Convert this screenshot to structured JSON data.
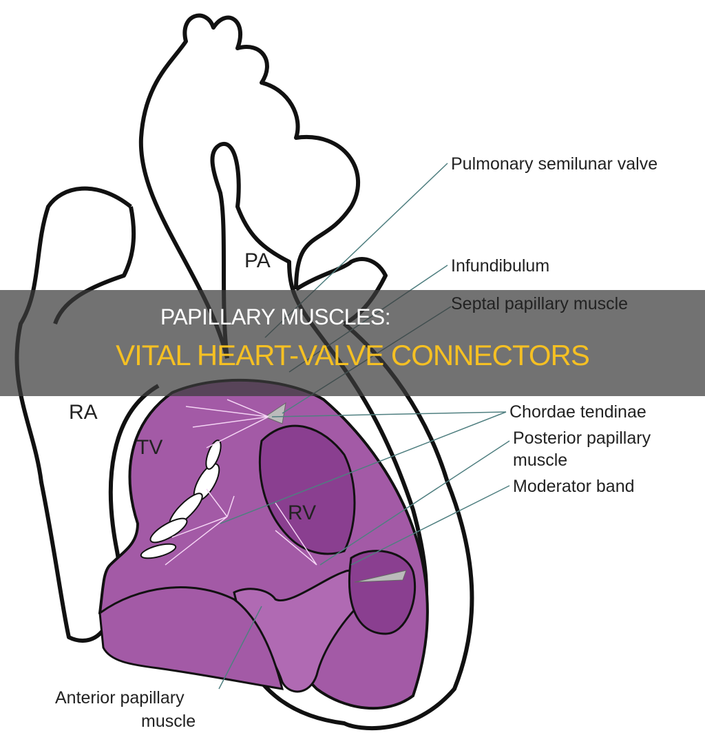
{
  "diagram": {
    "labels": {
      "pulmonary_valve": "Pulmonary semilunar valve",
      "infundibulum": "Infundibulum",
      "septal_papillary": "Septal papillary muscle",
      "chordae": "Chordae tendinae",
      "posterior_papillary_1": "Posterior papillary",
      "posterior_papillary_2": "muscle",
      "moderator_band": "Moderator band",
      "anterior_papillary_1": "Anterior papillary",
      "anterior_papillary_2": "muscle",
      "pa": "PA",
      "ra": "RA",
      "tv": "TV",
      "rv": "RV"
    },
    "colors": {
      "muscle": "#a35aa6",
      "muscle_dark": "#8a3f90",
      "leader": "#4f7f80"
    }
  },
  "banner": {
    "line1": "PAPILLARY MUSCLES:",
    "line2": "VITAL HEART-VALVE CONNECTORS"
  }
}
